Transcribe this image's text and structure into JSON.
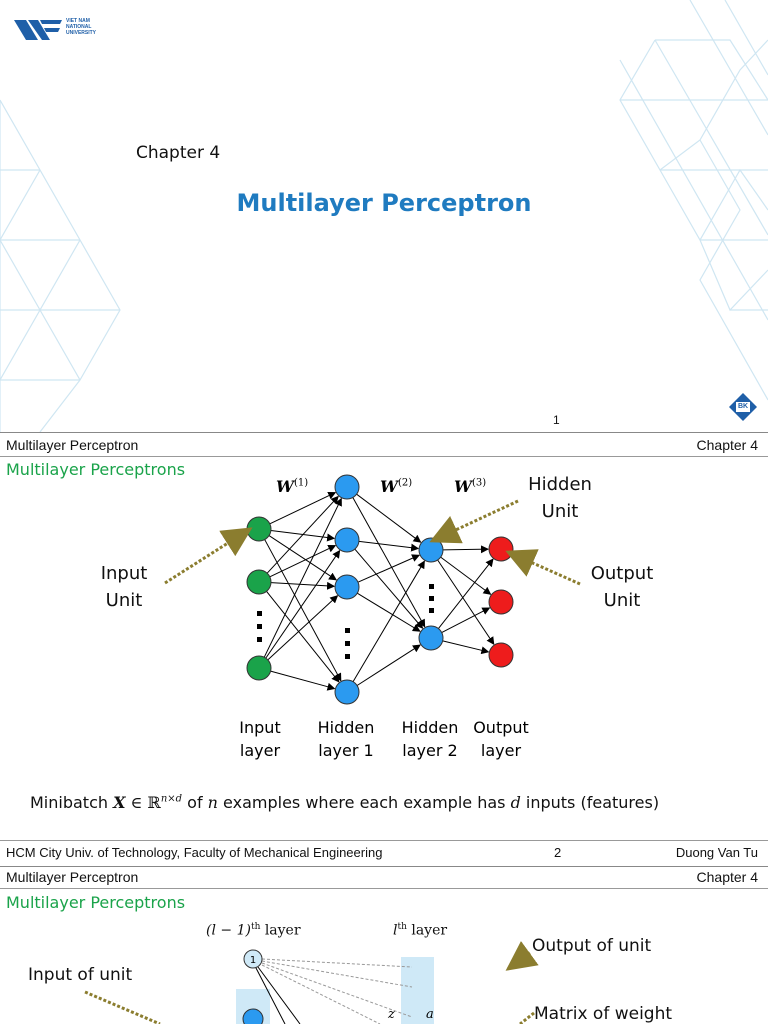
{
  "slide1": {
    "logo_text": [
      "VIET NAM",
      "NATIONAL",
      "UNIVERSITY"
    ],
    "chapter": "Chapter 4",
    "title": "Multilayer Perceptron",
    "page_number": "1",
    "bk_logo": "BK",
    "title_color": "#1f7bc0"
  },
  "slide2": {
    "header_left": "Multilayer Perceptron",
    "header_right": "Chapter 4",
    "heading": "Multilayer Perceptrons",
    "heading_color": "#1aa34a",
    "weights": [
      "W",
      "W",
      "W"
    ],
    "weight_sup": [
      "(1)",
      "(2)",
      "(3)"
    ],
    "hidden_unit_label": [
      "Hidden",
      "Unit"
    ],
    "input_unit_label": [
      "Input",
      "Unit"
    ],
    "output_unit_label": [
      "Output",
      "Unit"
    ],
    "layer_labels": [
      [
        "Input",
        "layer"
      ],
      [
        "Hidden",
        "layer 1"
      ],
      [
        "Hidden",
        "layer 2"
      ],
      [
        "Output",
        "layer"
      ]
    ],
    "minibatch": {
      "a": "Minibatch ",
      "X": "X",
      "in": " ∈ ℝ",
      "dims": "n×d",
      "b": " of ",
      "n": "n",
      "c": " examples where each example has ",
      "d": "d",
      "e": " inputs (features)"
    },
    "footer_left": "HCM City Univ. of Technology, Faculty of Mechanical Engineering",
    "footer_page": "2",
    "footer_right": "Duong Van Tu",
    "colors": {
      "input": "#1aa34a",
      "hidden": "#2b9af0",
      "output": "#ee1c1c"
    }
  },
  "slide3": {
    "header_left": "Multilayer Perceptron",
    "header_right": "Chapter 4",
    "heading": "Multilayer Perceptrons",
    "prev_layer": "(l − 1)",
    "prev_layer_sup": "th",
    "prev_layer_word": " layer",
    "cur_layer": "l",
    "cur_layer_sup": "th",
    "cur_layer_word": " layer",
    "output_of_unit": "Output of unit",
    "input_of_unit": "Input of unit",
    "matrix_of_weight": "Matrix of weight",
    "node_label": "1",
    "z_label": "z",
    "a_label": "a"
  }
}
